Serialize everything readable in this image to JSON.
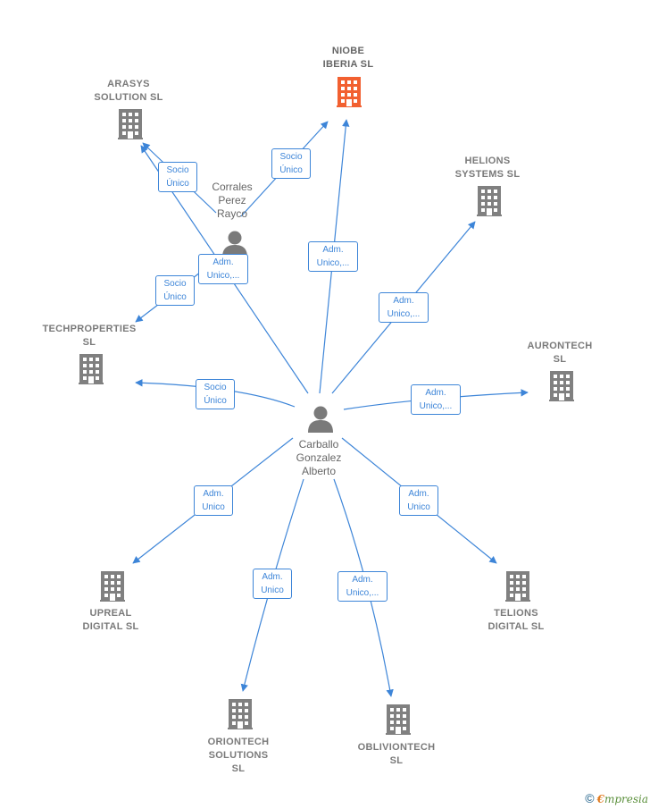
{
  "colors": {
    "edge": "#3d85d8",
    "company_icon": "#808080",
    "main_company_icon": "#f26030",
    "person_icon": "#7a7a7a"
  },
  "companies": [
    {
      "id": "niobe",
      "label": "NIOBE\nIBERIA  SL",
      "main": true
    },
    {
      "id": "arasys",
      "label": "ARASYS\nSOLUTION  SL"
    },
    {
      "id": "helions",
      "label": "HELIONS\nSYSTEMS  SL"
    },
    {
      "id": "techproperties",
      "label": "TECHPROPERTIES\nSL"
    },
    {
      "id": "aurontech",
      "label": "AURONTECH\nSL"
    },
    {
      "id": "upreal",
      "label": "UPREAL\nDIGITAL  SL"
    },
    {
      "id": "telions",
      "label": "TELIONS\nDIGITAL  SL"
    },
    {
      "id": "oriontech",
      "label": "ORIONTECH\nSOLUTIONS\nSL"
    },
    {
      "id": "obliviontech",
      "label": "OBLIVIONTECH\nSL"
    }
  ],
  "people": [
    {
      "id": "corrales",
      "label": "Corrales\nPerez\nRayco"
    },
    {
      "id": "carballo",
      "label": "Carballo\nGonzalez\nAlberto"
    }
  ],
  "edges": [
    {
      "id": "e1",
      "label": "Socio\nÚnico"
    },
    {
      "id": "e2",
      "label": "Socio\nÚnico"
    },
    {
      "id": "e3",
      "label": "Adm.\nUnico,..."
    },
    {
      "id": "e4",
      "label": "Socio\nÚnico"
    },
    {
      "id": "e5",
      "label": "Adm.\nUnico,..."
    },
    {
      "id": "e6",
      "label": "Adm.\nUnico,..."
    },
    {
      "id": "e7",
      "label": "Socio\nÚnico"
    },
    {
      "id": "e8",
      "label": "Adm.\nUnico,..."
    },
    {
      "id": "e9",
      "label": "Adm.\nUnico"
    },
    {
      "id": "e10",
      "label": "Adm.\nUnico"
    },
    {
      "id": "e11",
      "label": "Adm.\nUnico,..."
    },
    {
      "id": "e12",
      "label": "Adm.\nUnico"
    }
  ],
  "footer": {
    "copyright": "©",
    "brand_first": "€",
    "brand_rest": "mpresia"
  }
}
